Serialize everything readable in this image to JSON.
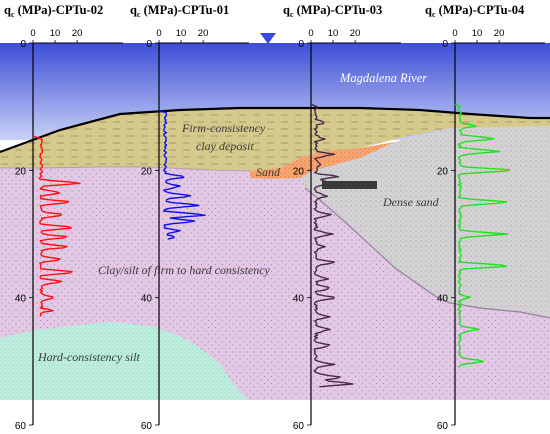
{
  "headers": [
    {
      "q": "q",
      "sub": "c",
      "rest": " (MPa)-CPTu-02"
    },
    {
      "q": "q",
      "sub": "c",
      "rest": " (MPa)-CPTu-01"
    },
    {
      "q": "q",
      "sub": "c",
      "rest": " (MPa)-CPTu-03"
    },
    {
      "q": "q",
      "sub": "c",
      "rest": " (MPa)-CPTu-04"
    }
  ],
  "x_ticks": [
    "0",
    "10",
    "20"
  ],
  "depth_ticks": [
    "0",
    "20",
    "40",
    "60"
  ],
  "layers": {
    "river": "Magdalena River",
    "firm_clay_1": "Firm-consistency",
    "firm_clay_2": "clay deposit",
    "sand": "Sand",
    "dense_sand": "Dense sand",
    "clay_silt": "Clay/silt of firm to hard consistency",
    "hard_silt": "Hard-consistency silt"
  },
  "colors": {
    "river_top": "#3d4dd6",
    "river_bottom": "#c8d2f6",
    "firm_clay": "#d6c98c",
    "sand": "#f7a772",
    "dense_sand": "#d4d2d4",
    "clay_silt": "#e2c8e4",
    "hard_silt": "#bfeee0",
    "cptu_02": "#ff1010",
    "cptu_01": "#1010e6",
    "cptu_03": "#4a2a4a",
    "cptu_04": "#22e022"
  },
  "chart_data": {
    "type": "line",
    "x_unit": "qc (MPa)",
    "depth_range": [
      0,
      60
    ],
    "x_range": [
      0,
      30
    ],
    "series": [
      {
        "name": "CPTu-02",
        "start": 15,
        "end": 43,
        "base": 3,
        "spikes": [
          [
            22,
            22
          ],
          [
            23.5,
            13
          ],
          [
            25,
            18
          ],
          [
            27,
            14
          ],
          [
            29,
            20
          ],
          [
            30.5,
            16
          ],
          [
            32,
            17
          ],
          [
            34,
            12
          ],
          [
            36,
            20
          ],
          [
            37.5,
            14
          ],
          [
            40,
            10
          ],
          [
            42,
            8
          ]
        ]
      },
      {
        "name": "CPTu-01",
        "start": 11,
        "end": 31,
        "base": 2,
        "spikes": [
          [
            12,
            3
          ],
          [
            21,
            12
          ],
          [
            22.5,
            10
          ],
          [
            24,
            14
          ],
          [
            25.5,
            18
          ],
          [
            27,
            22
          ],
          [
            28,
            16
          ],
          [
            29.5,
            9
          ],
          [
            30.5,
            6
          ]
        ]
      },
      {
        "name": "CPTu-03",
        "start": 10,
        "end": 54,
        "base": 1.5,
        "spikes": [
          [
            12.5,
            6
          ],
          [
            15,
            5
          ],
          [
            17.5,
            10
          ],
          [
            19,
            4
          ],
          [
            21,
            12
          ],
          [
            22,
            10
          ],
          [
            24,
            7
          ],
          [
            27,
            8
          ],
          [
            30,
            9
          ],
          [
            32,
            6
          ],
          [
            34.5,
            10
          ],
          [
            37,
            7
          ],
          [
            38.5,
            9
          ],
          [
            40,
            12
          ],
          [
            43,
            7
          ],
          [
            45,
            8
          ],
          [
            47.5,
            9
          ],
          [
            50.5,
            10
          ],
          [
            52.5,
            14
          ],
          [
            53.5,
            20
          ]
        ]
      },
      {
        "name": "CPTu-04",
        "start": 10,
        "end": 51,
        "base": 1.5,
        "spikes": [
          [
            13,
            9
          ],
          [
            15,
            18
          ],
          [
            17,
            20
          ],
          [
            20,
            28
          ],
          [
            25,
            25
          ],
          [
            30,
            23
          ],
          [
            35,
            26
          ],
          [
            40,
            6
          ],
          [
            45,
            10
          ],
          [
            50,
            13
          ]
        ]
      }
    ]
  }
}
